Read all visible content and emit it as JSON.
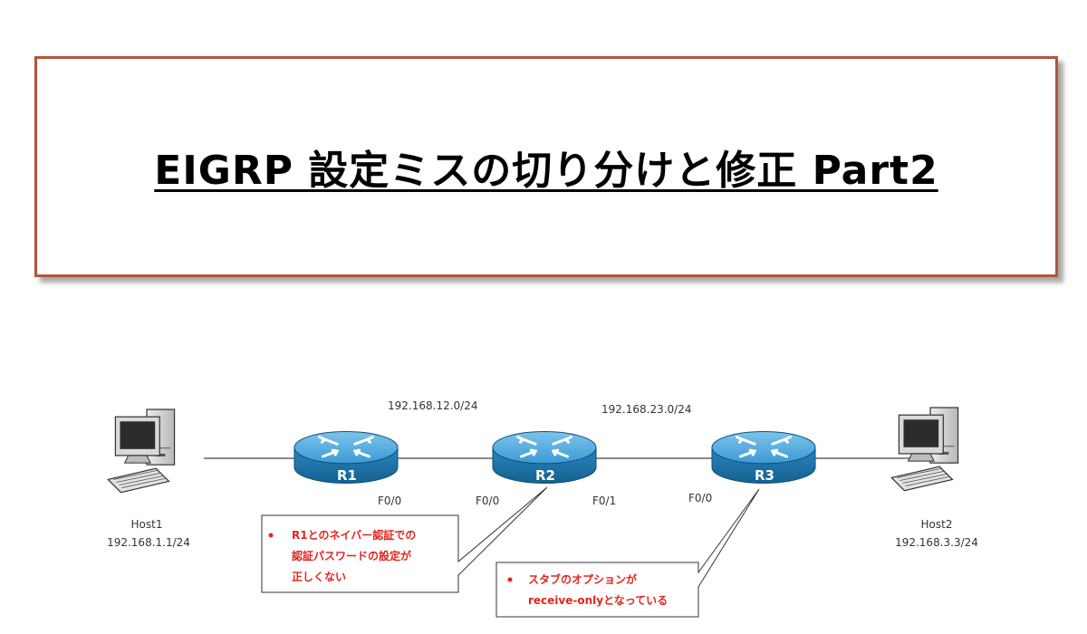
{
  "title": "EIGRP 設定ミスの切り分けと修正 Part2",
  "networks": {
    "net12": "192.168.12.0/24",
    "net23": "192.168.23.0/24"
  },
  "routers": {
    "r1": "R1",
    "r2": "R2",
    "r3": "R3"
  },
  "interfaces": {
    "r1_f00": "F0/0",
    "r2_f00": "F0/0",
    "r2_f01": "F0/1",
    "r3_f00": "F0/0"
  },
  "hosts": {
    "host1": {
      "name": "Host1",
      "ip": "192.168.1.1/24"
    },
    "host2": {
      "name": "Host2",
      "ip": "192.168.3.3/24"
    }
  },
  "callouts": {
    "r2_note": {
      "line1": "R1とのネイバー認証での",
      "line2": "認証パスワードの設定が",
      "line3": "正しくない"
    },
    "r3_note": {
      "line1": "スタブのオプションが",
      "line2": "receive-onlyとなっている"
    }
  },
  "colors": {
    "title_border": "#b5533c",
    "router_body": "#2f8fc8",
    "note_text": "#e0261c"
  }
}
